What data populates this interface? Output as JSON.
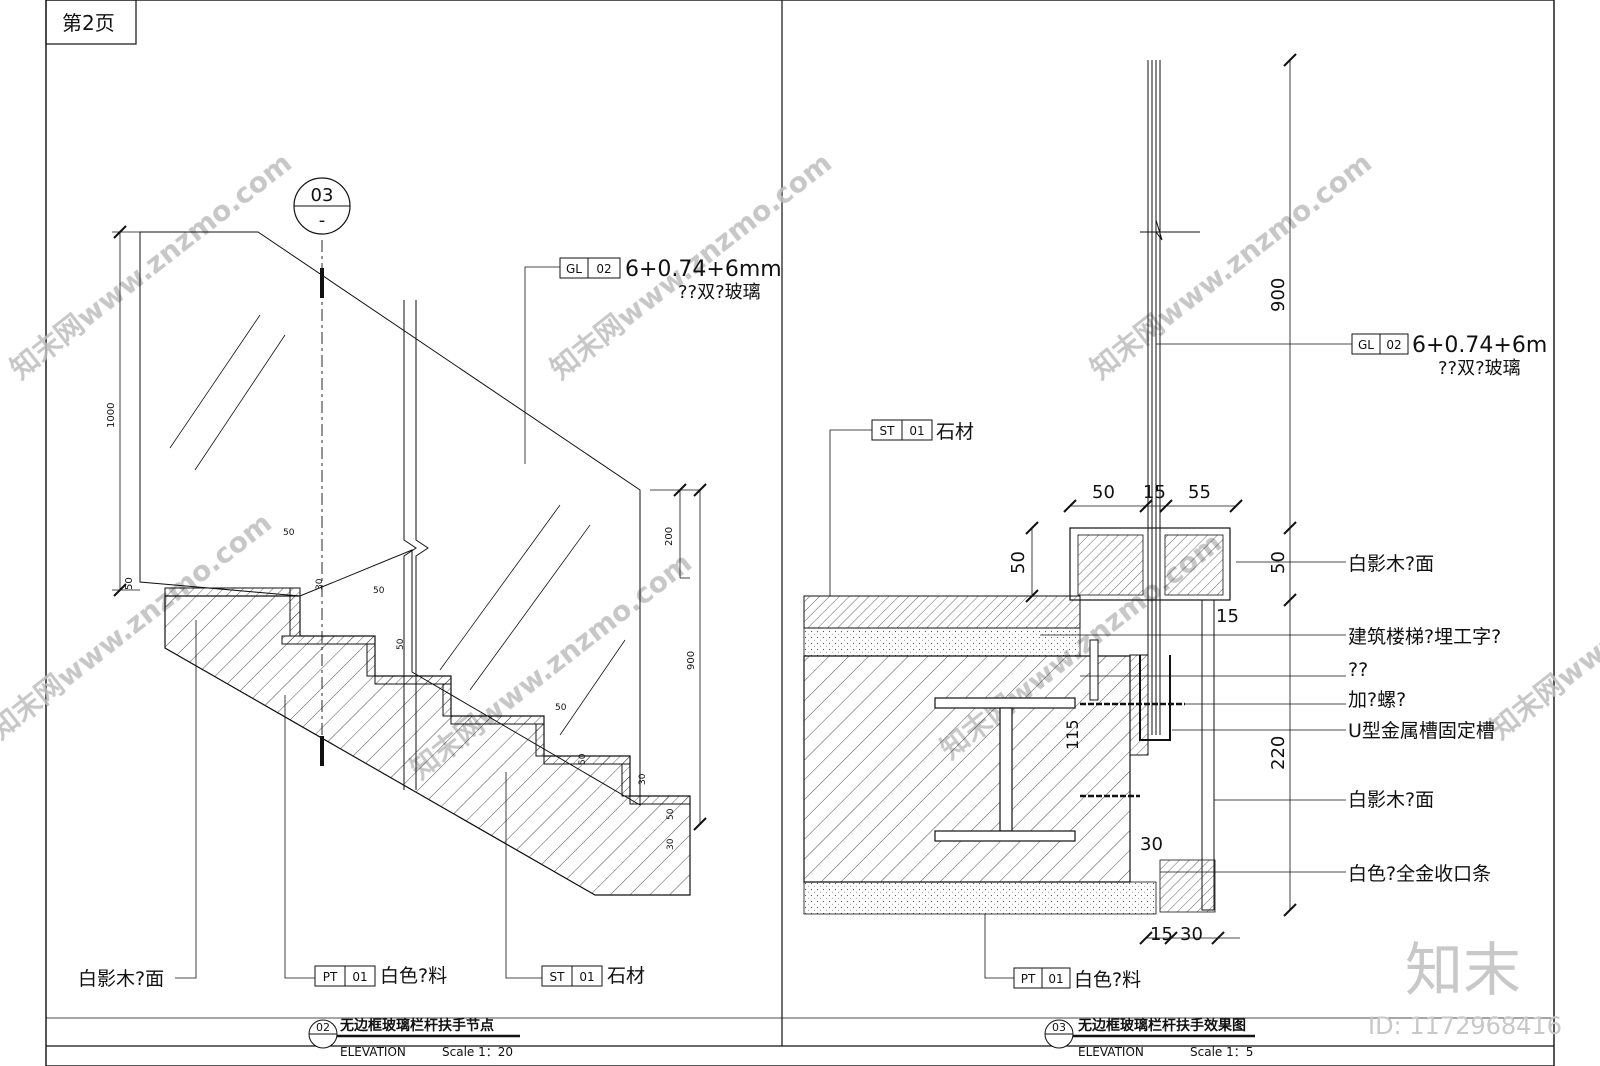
{
  "page": {
    "label": "第2页"
  },
  "left": {
    "marker": {
      "number": "03",
      "sub": "-"
    },
    "glass_tag": {
      "code": "GL",
      "num": "02",
      "text1": "6+0.74+6mm",
      "text2": "??双?玻璃"
    },
    "dims": {
      "h_1000": "1000",
      "h_50a": "50",
      "h_200": "200",
      "h_900": "900",
      "d50_1": "50",
      "d50_2": "50",
      "d50_3": "50",
      "d50_4": "50",
      "d50_5": "50",
      "d50_6": "50",
      "d30_1": "30",
      "d30_2": "30",
      "d30_3": "30"
    },
    "labels": {
      "wood": "白影木?面",
      "pt_code": "PT",
      "pt_num": "01",
      "pt_text": "白色?料",
      "st_code": "ST",
      "st_num": "01",
      "st_text": "石材"
    },
    "title": {
      "num": "02",
      "name": "无边框玻璃栏杆扶手节点",
      "sub": "ELEVATION",
      "scale": "Scale 1：20"
    }
  },
  "right": {
    "glass_tag": {
      "code": "GL",
      "num": "02",
      "text1": "6+0.74+6m",
      "text2": "??双?玻璃"
    },
    "st_tag": {
      "code": "ST",
      "num": "01",
      "text": "石材"
    },
    "pt_tag": {
      "code": "PT",
      "num": "01",
      "text": "白色?料"
    },
    "dims": {
      "d50_top": "50",
      "d15_top": "15",
      "d55_top": "55",
      "d50_left": "50",
      "d50_right": "50",
      "d900": "900",
      "d15_mid": "15",
      "d115": "115",
      "d220": "220",
      "d30_mid": "30",
      "d15_bot": "15",
      "d30_bot": "30"
    },
    "callouts": {
      "c1": "白影木?面",
      "c2": "建筑楼梯?埋工字?",
      "c3": "??",
      "c4": "加?螺?",
      "c5": "U型金属槽固定槽",
      "c6": "白影木?面",
      "c7": "白色?全金收口条"
    },
    "title": {
      "num": "03",
      "name": "无边框玻璃栏杆扶手效果图",
      "sub": "ELEVATION",
      "scale": "Scale 1：5"
    }
  },
  "brand": {
    "logo": "知末",
    "id": "ID: 1172968416",
    "watermark": "知末网www.znzmo.com"
  }
}
